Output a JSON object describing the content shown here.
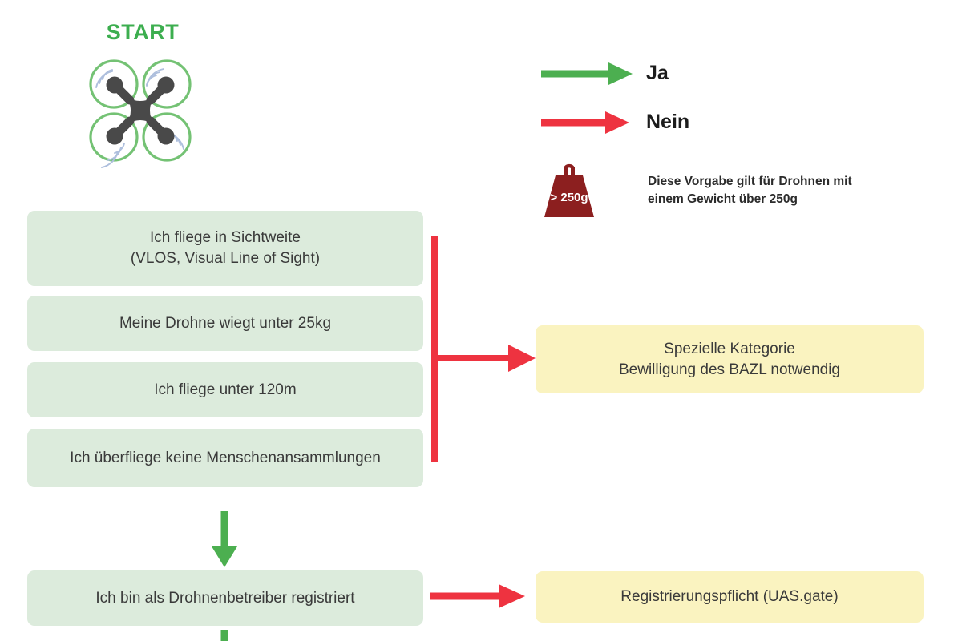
{
  "diagram": {
    "start": {
      "label": "START",
      "icon": "drone-icon",
      "color": "#3cae4f"
    },
    "legend": {
      "yes": {
        "label": "Ja",
        "icon": "arrow-right-green-icon",
        "color": "#4caf50"
      },
      "no": {
        "label": "Nein",
        "icon": "arrow-right-red-icon",
        "color": "#ee3340"
      },
      "weight": {
        "icon": "weight-icon",
        "badge": "> 250g",
        "note_line_1": "Diese Vorgabe gilt für Drohnen mit",
        "note_line_2": "einem Gewicht über 250g",
        "color": "#8c1f1f"
      }
    },
    "questions": [
      {
        "id": "vlos",
        "line_1": "Ich fliege in Sichtweite",
        "line_2": "(VLOS, Visual Line of Sight)"
      },
      {
        "id": "weight",
        "line_1": "Meine Drohne wiegt unter 25kg",
        "line_2": ""
      },
      {
        "id": "altitude",
        "line_1": "Ich fliege unter 120m",
        "line_2": ""
      },
      {
        "id": "crowds",
        "line_1": "Ich überfliege keine Menschenansammlungen",
        "line_2": ""
      },
      {
        "id": "registered",
        "line_1": "Ich bin als Drohnenbetreiber registriert",
        "line_2": ""
      }
    ],
    "outcomes": [
      {
        "id": "special-category",
        "line_1": "Spezielle Kategorie",
        "line_2": "Bewilligung des BAZL notwendig"
      },
      {
        "id": "registration",
        "line_1": "Registrierungspflicht (UAS.gate)",
        "line_2": ""
      }
    ],
    "colors": {
      "question_bg": "#dcebdc",
      "outcome_bg": "#faf3c0",
      "yes_arrow": "#4caf50",
      "no_arrow": "#ee3340",
      "text": "#3a3a3a",
      "start_green": "#3cae4f",
      "weight_red": "#8c1f1f"
    }
  }
}
